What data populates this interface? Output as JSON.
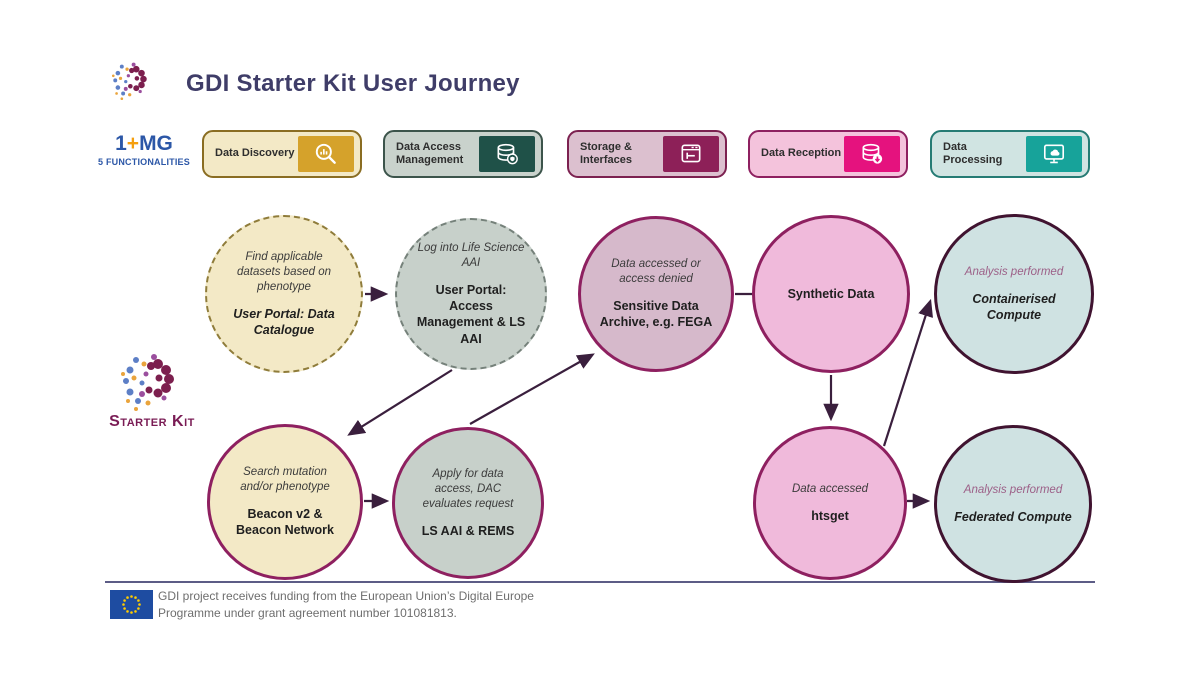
{
  "header": {
    "title": "GDI Starter Kit User Journey"
  },
  "functionalities": {
    "logo_number": "1",
    "logo_plus": "+",
    "logo_mg": "MG",
    "logo_caption": "5 FUNCTIONALITIES",
    "items": [
      {
        "label": "Data Discovery",
        "icon": "search-chart-icon",
        "bg": "#f3e9c6",
        "icon_bg": "#d5a22b"
      },
      {
        "label": "Data Access Management",
        "icon": "database-shield-icon",
        "bg": "#c9d2cc",
        "icon_bg": "#1f5148"
      },
      {
        "label": "Storage & Interfaces",
        "icon": "window-interface-icon",
        "bg": "#dcc0cf",
        "icon_bg": "#8d2058"
      },
      {
        "label": "Data Reception",
        "icon": "database-download-icon",
        "bg": "#f4c3dc",
        "icon_bg": "#e5127e"
      },
      {
        "label": "Data Processing",
        "icon": "monitor-cloud-icon",
        "bg": "#d0e4e2",
        "icon_bg": "#17a39a"
      }
    ]
  },
  "starter_kit": {
    "label": "Starter Kit"
  },
  "journey": {
    "find_datasets": {
      "desc": "Find applicable datasets based on phenotype",
      "tool": "User Portal: Data Catalogue"
    },
    "login_aai": {
      "desc": "Log into Life Science AAI",
      "tool": "User Portal: Access Management & LS AAI"
    },
    "sda": {
      "desc": "Data accessed or access denied",
      "tool": "Sensitive Data Archive, e.g. FEGA"
    },
    "synthetic_data": {
      "tool": "Synthetic Data"
    },
    "containerised_compute": {
      "desc": "Analysis performed",
      "tool": "Containerised Compute"
    },
    "beacon": {
      "desc": "Search mutation and/or phenotype",
      "tool": "Beacon v2 & Beacon Network"
    },
    "ls_aai_rems": {
      "desc": "Apply for data access, DAC evaluates request",
      "tool": "LS AAI & REMS"
    },
    "htsget": {
      "desc": "Data accessed",
      "tool": "htsget"
    },
    "federated_compute": {
      "desc": "Analysis performed",
      "tool": "Federated Compute"
    }
  },
  "footer": {
    "line1": "GDI project receives funding from the European Union’s Digital Europe",
    "line2": "Programme under grant agreement number 101081813."
  },
  "palette": {
    "title": "#3f3d68",
    "onemg_blue": "#2c57a7",
    "onemg_plus_orange": "#f59f0e",
    "cream": "#f3e9c6",
    "sage": "#c7d0ca",
    "mauve": "#d6b9cb",
    "pink": "#f0badb",
    "light_teal": "#cfe2e2",
    "magenta_border": "#8e2060",
    "dark_border": "#401330",
    "arrow": "#3a1f3d",
    "eu_blue": "#1e4ca1",
    "eu_star_yellow": "#ffcc00"
  }
}
